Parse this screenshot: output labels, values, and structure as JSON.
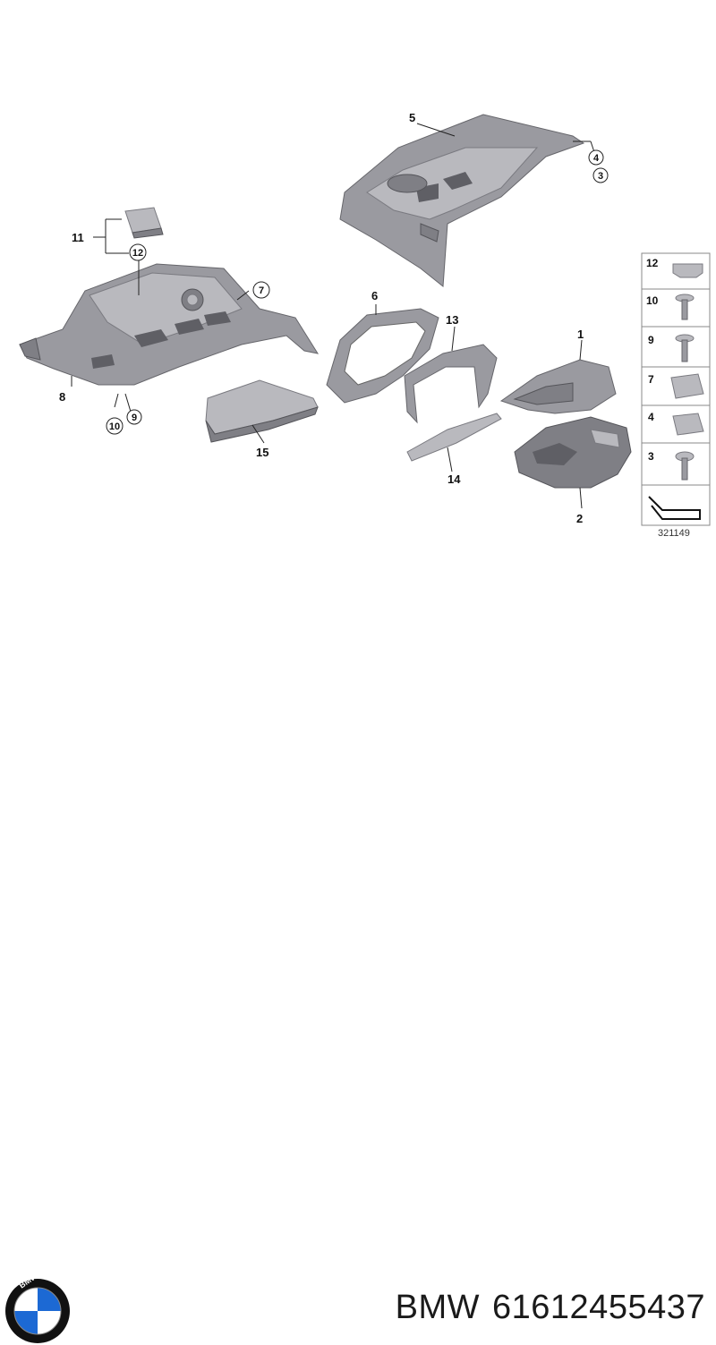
{
  "diagram": {
    "diagram_id": "321149",
    "callouts": {
      "c1": "1",
      "c2": "2",
      "c5": "5",
      "c6": "6",
      "c8": "8",
      "c11": "11",
      "c13": "13",
      "c14": "14",
      "c15": "15"
    },
    "circled_callouts": {
      "r3": "3",
      "r4": "4",
      "r7": "7",
      "r9": "9",
      "r10": "10",
      "r12": "12"
    },
    "fastener_legend": [
      "12",
      "10",
      "9",
      "7",
      "4",
      "3"
    ]
  },
  "footer": {
    "brand": "BMW",
    "part_number": "61612455437",
    "logo_letters": "BMW"
  },
  "colors": {
    "part_gray": "#8a8a90",
    "logo_blue": "#1c69d4",
    "logo_ring": "#111111"
  }
}
